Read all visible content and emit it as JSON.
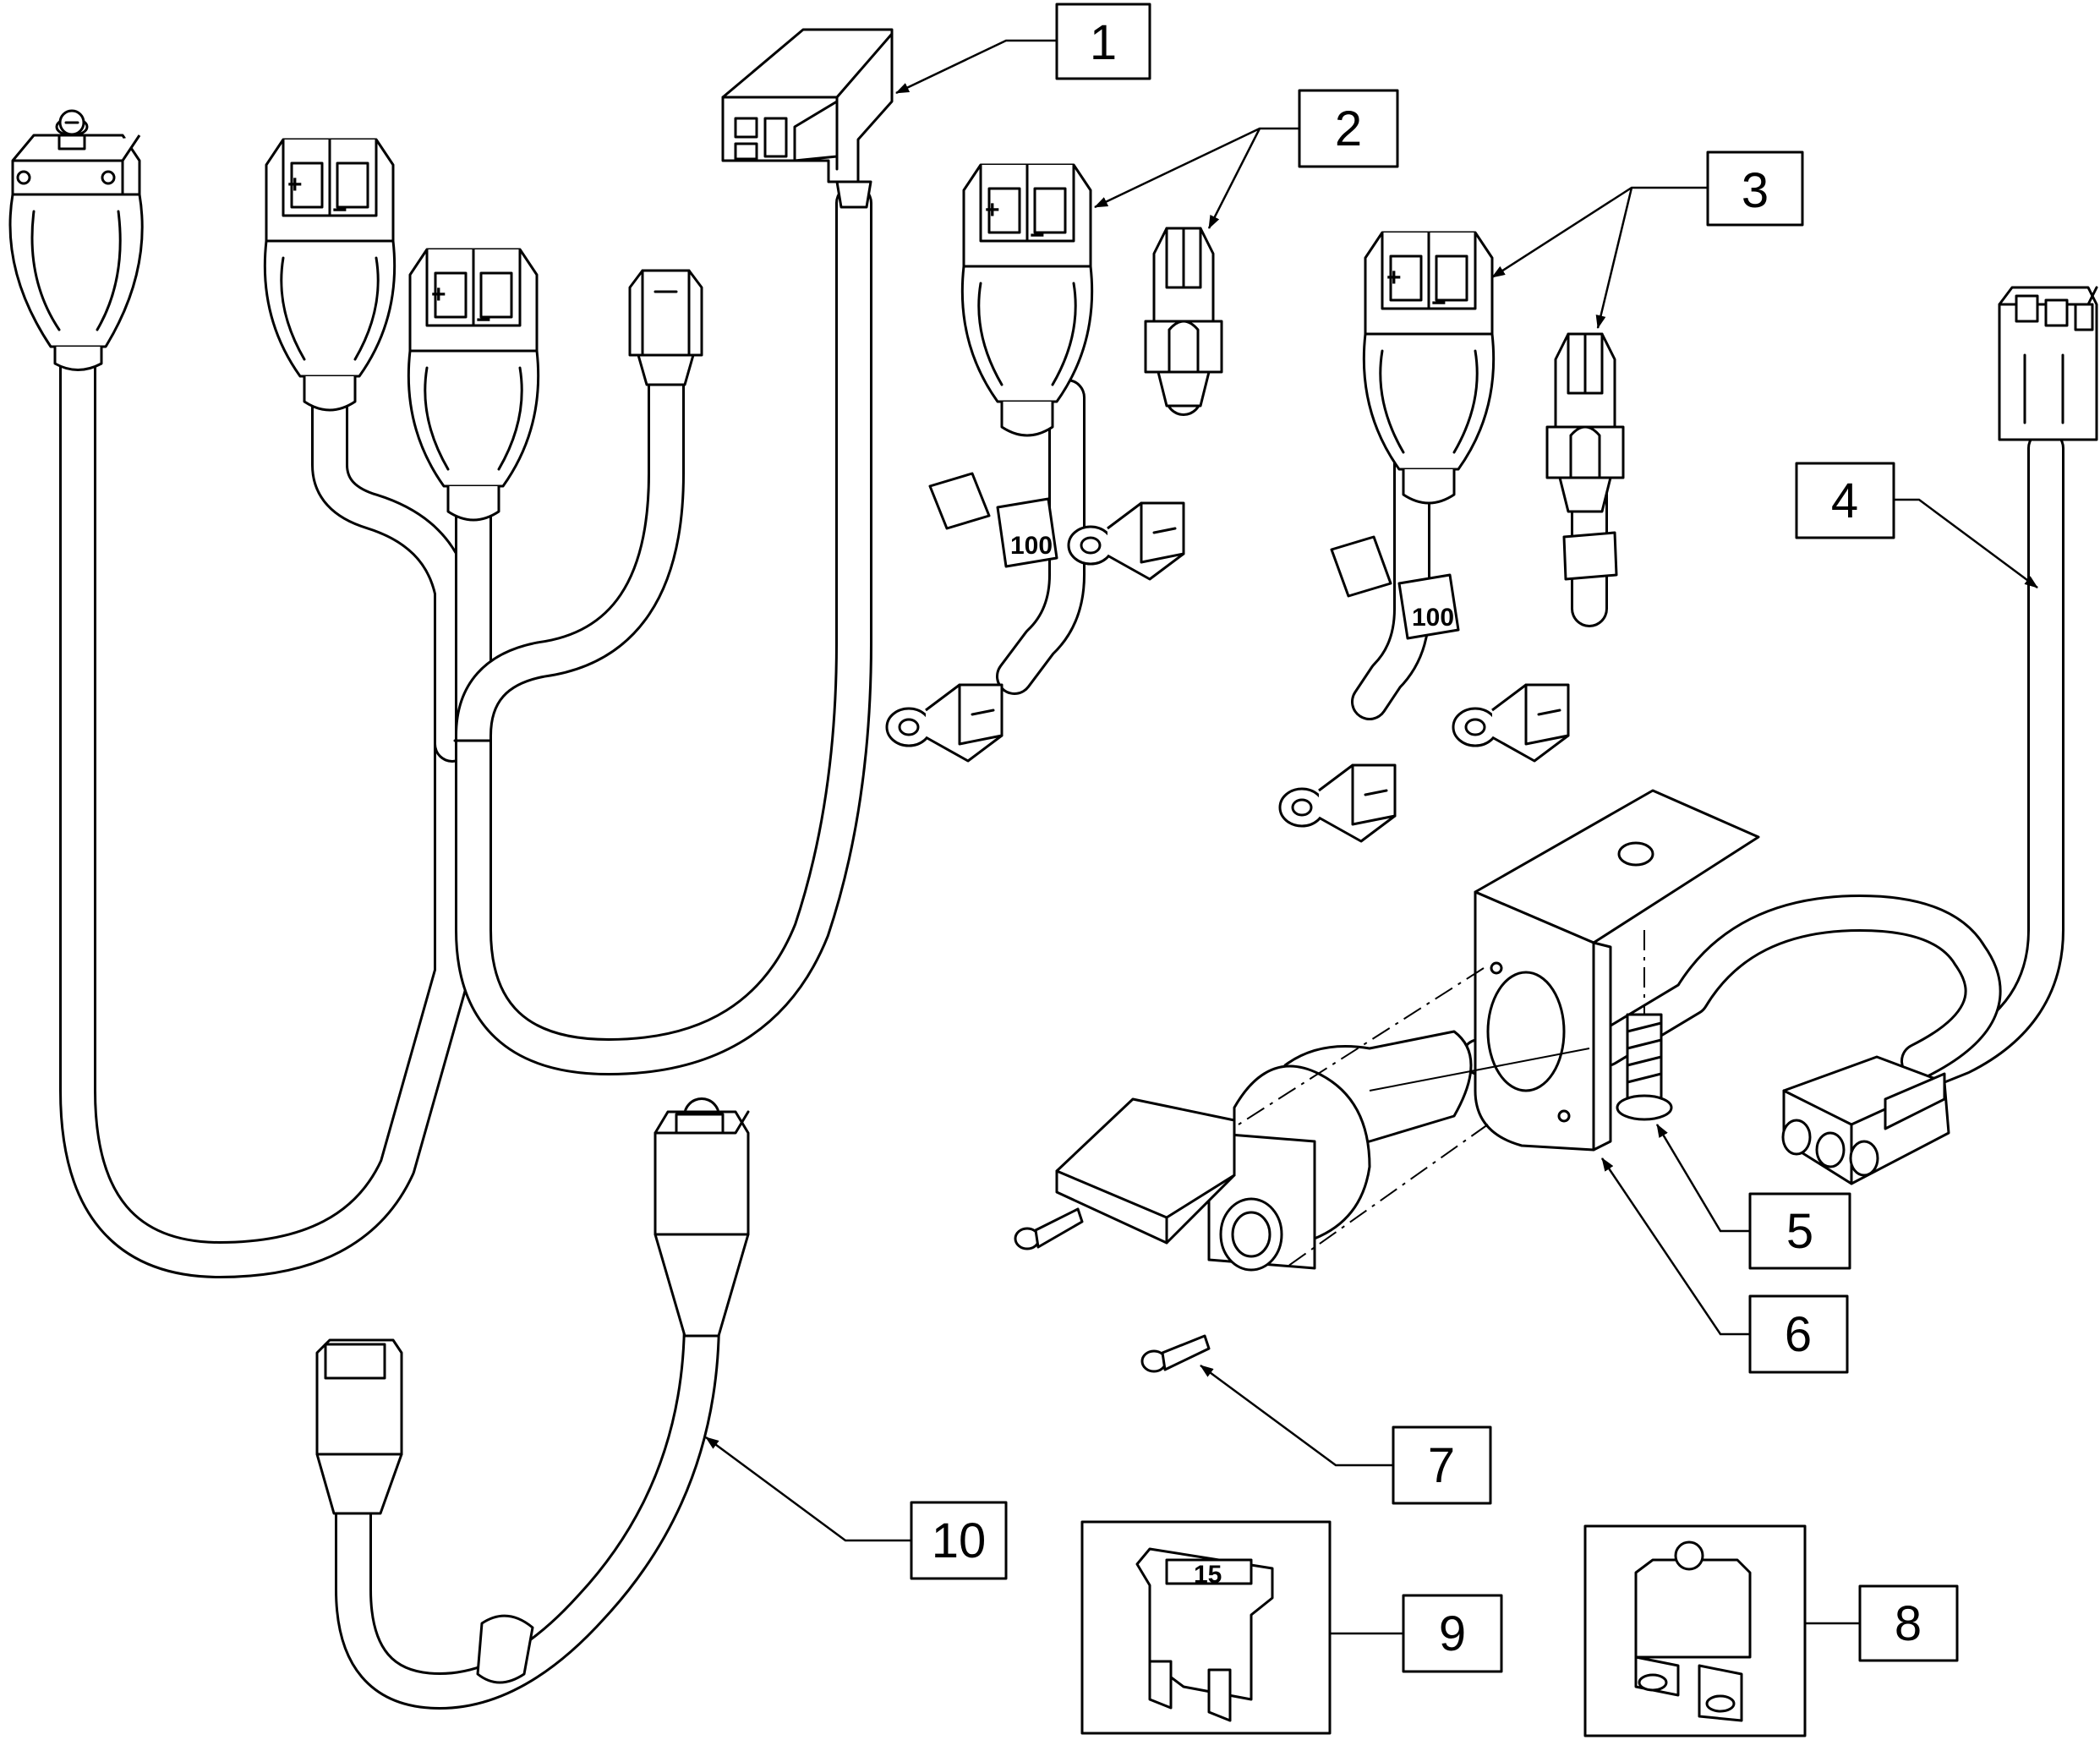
{
  "diagram": {
    "callouts": [
      {
        "id": "1",
        "label": "1"
      },
      {
        "id": "2",
        "label": "2"
      },
      {
        "id": "3",
        "label": "3"
      },
      {
        "id": "4",
        "label": "4"
      },
      {
        "id": "5",
        "label": "5"
      },
      {
        "id": "6",
        "label": "6"
      },
      {
        "id": "7",
        "label": "7"
      },
      {
        "id": "8",
        "label": "8"
      },
      {
        "id": "9",
        "label": "9"
      },
      {
        "id": "10",
        "label": "10"
      }
    ],
    "connector_marks": {
      "plus": "+",
      "minus": "−",
      "fuse_rating": "15",
      "tie_marking": "100"
    }
  }
}
